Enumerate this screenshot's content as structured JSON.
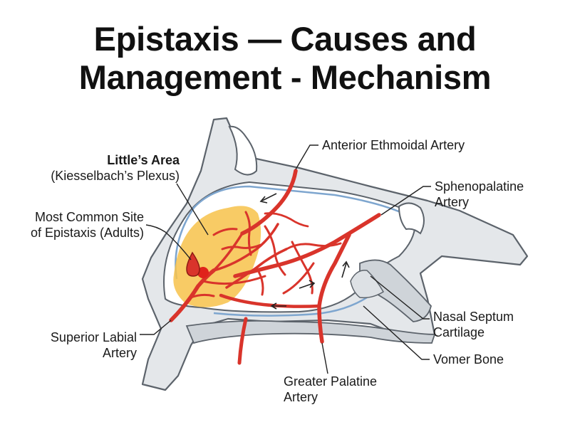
{
  "title": {
    "line1": "Epistaxis — Causes and",
    "line2": "Management - Mechanism"
  },
  "labels": {
    "littles_area_title": "Little’s Area",
    "littles_area_sub": "(Kiesselbach’s Plexus)",
    "common_site_line1": "Most Common Site",
    "common_site_line2": "of Epistaxis (Adults)",
    "superior_labial_line1": "Superior Labial",
    "superior_labial_line2": "Artery",
    "anterior_ethmoidal": "Anterior Ethmoidal Artery",
    "sphenopalatine_line1": "Sphenopalatine",
    "sphenopalatine_line2": "Artery",
    "septum_cartilage_line1": "Nasal Septum",
    "septum_cartilage_line2": "Cartilage",
    "vomer_bone": "Vomer Bone",
    "greater_palatine_line1": "Greater Palatine",
    "greater_palatine_line2": "Artery"
  },
  "colors": {
    "artery": "#d9342b",
    "artery_outline": "#a8201a",
    "plexus_area": "#f7c24a",
    "bone": "#e4e7ea",
    "bone_outline": "#5c636b",
    "mucosa_line": "#7ea6cf",
    "bleed_spot": "#e0231b"
  }
}
